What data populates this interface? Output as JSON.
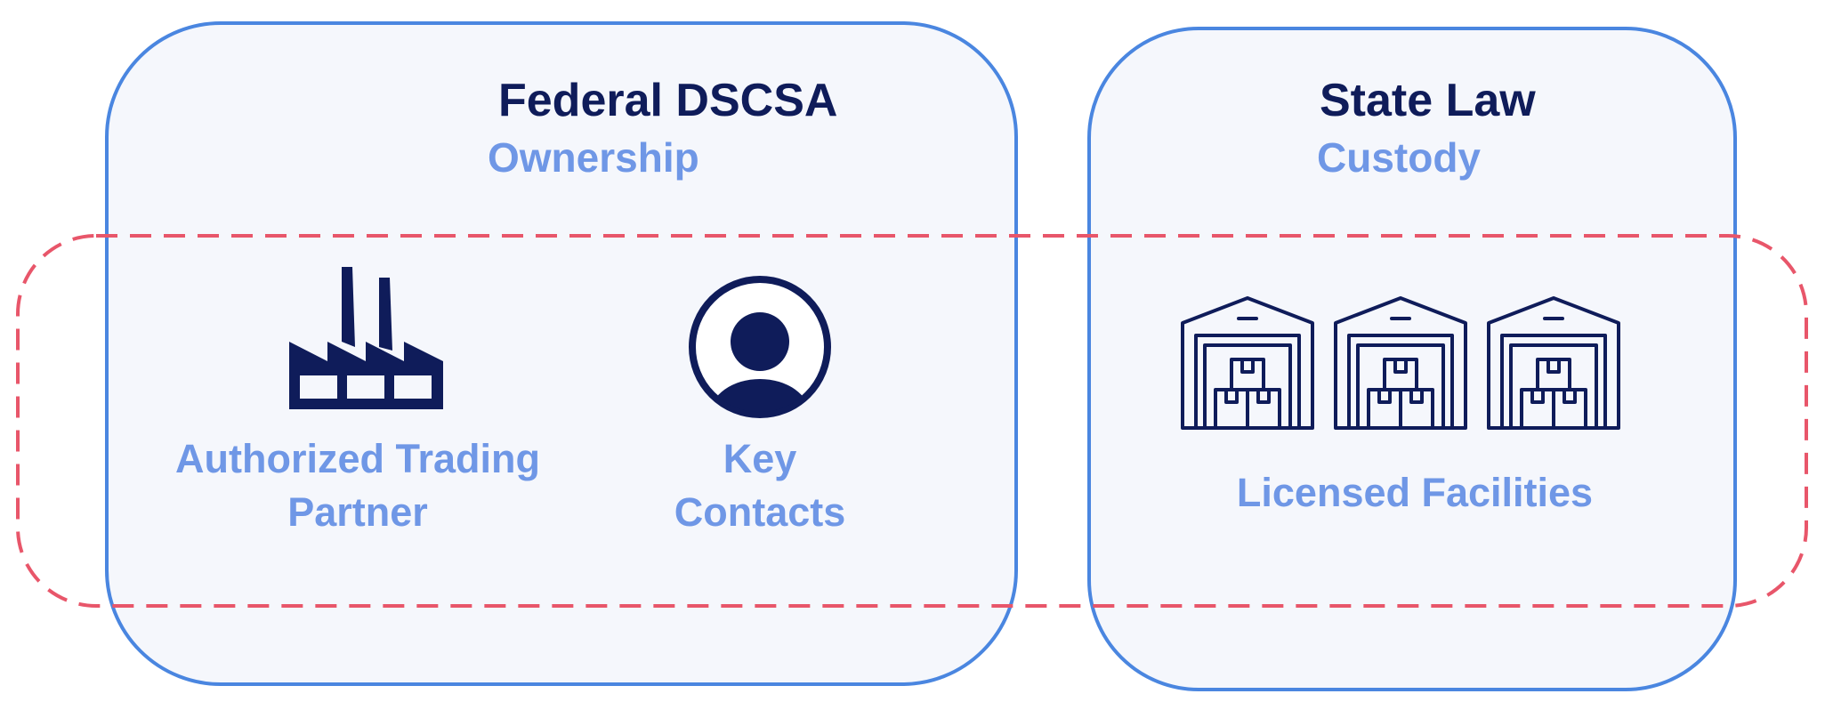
{
  "federal": {
    "title": "Federal DSCSA",
    "subtitle": "Ownership",
    "items": [
      {
        "label_line1": "Authorized Trading",
        "label_line2": "Partner",
        "icon": "factory-icon"
      },
      {
        "label_line1": "Key",
        "label_line2": "Contacts",
        "icon": "user-circle-icon"
      }
    ]
  },
  "state": {
    "title": "State Law",
    "subtitle": "Custody",
    "items": [
      {
        "label": "Licensed Facilities",
        "icon": "warehouse-icon"
      }
    ]
  },
  "colors": {
    "panel_border": "#4a86e0",
    "panel_fill": "#f5f7fc",
    "title": "#0f1c5a",
    "subtitle": "#6f97e6",
    "icon": "#0f1c5a",
    "dashed_outline": "#e8566a"
  }
}
